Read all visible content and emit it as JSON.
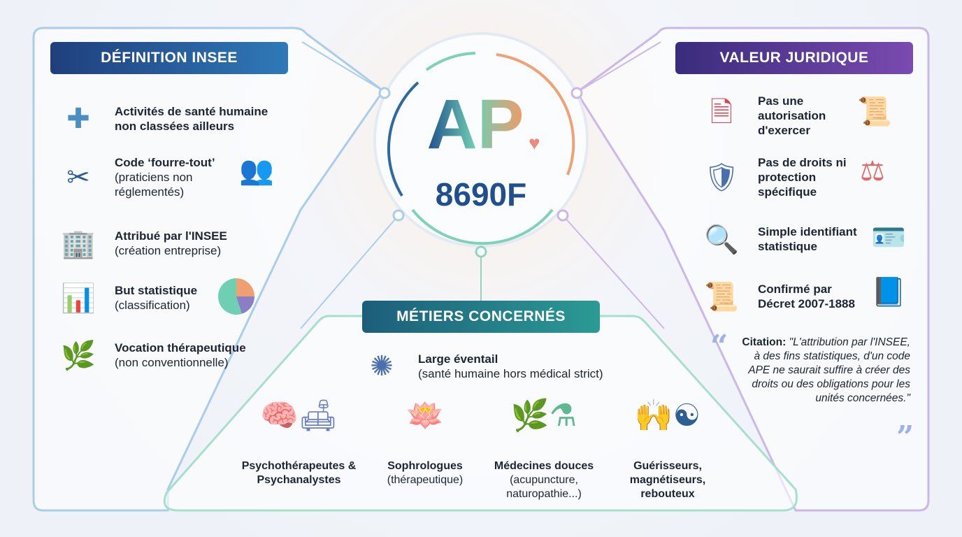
{
  "center": {
    "logo_letters": "AP",
    "code": "8690F"
  },
  "left": {
    "title": "DÉFINITION INSEE",
    "items": [
      {
        "bold": "Activités de santé humaine non classées ailleurs",
        "normal": "",
        "icon": "medical-cross-person-icon"
      },
      {
        "bold": "Code ‘fourre-tout’",
        "normal": "(praticiens non réglementés)",
        "icon": "multi-tool-icon"
      },
      {
        "bold": "Attribué par l'INSEE",
        "normal": "(création entreprise)",
        "icon": "building-document-icon"
      },
      {
        "bold": "But statistique",
        "normal": "(classification)",
        "icon": "bar-chart-icon"
      },
      {
        "bold": "Vocation thérapeutique",
        "normal": "(non conventionnelle)",
        "icon": "hands-leaf-icon"
      }
    ]
  },
  "right": {
    "title": "VALEUR JURIDIQUE",
    "items": [
      {
        "bold": "Pas une autorisation d'exercer",
        "icon": "document-x-icon"
      },
      {
        "bold": "Pas de droits ni protection spécifique",
        "icon": "broken-shield-icon"
      },
      {
        "bold": "Simple identifiant statistique",
        "icon": "magnifier-grid-icon"
      },
      {
        "bold": "Confirmé par Décret 2007-1888",
        "icon": "scroll-seal-icon"
      }
    ],
    "quote_label": "Citation:",
    "quote": "\"L'attribution par l'INSEE, à des fins statistiques, d'un code APE ne saurait suffire à créer des droits ou des obligations pour les unités concernées.\""
  },
  "bottom": {
    "title": "MÉTIERS CONCERNÉS",
    "intro": {
      "bold": "Large éventail",
      "normal": "(santé humaine hors médical strict)"
    },
    "jobs": [
      {
        "bold": "Psychothérapeutes & Psychanalystes",
        "normal": "",
        "icon": "brain-couch-icon"
      },
      {
        "bold": "Sophrologues",
        "normal": "(thérapeutique)",
        "icon": "lotus-icon"
      },
      {
        "bold": "Médecines douces",
        "normal": "(acupuncture, naturopathie...)",
        "icon": "herbs-mortar-icon"
      },
      {
        "bold": "Guérisseurs, magnétiseurs, rebouteux",
        "normal": "",
        "icon": "hands-yinyang-icon"
      }
    ]
  },
  "colors": {
    "left": "#1f4f8c",
    "right": "#5b3a9a",
    "bottom": "#1d7a85"
  }
}
